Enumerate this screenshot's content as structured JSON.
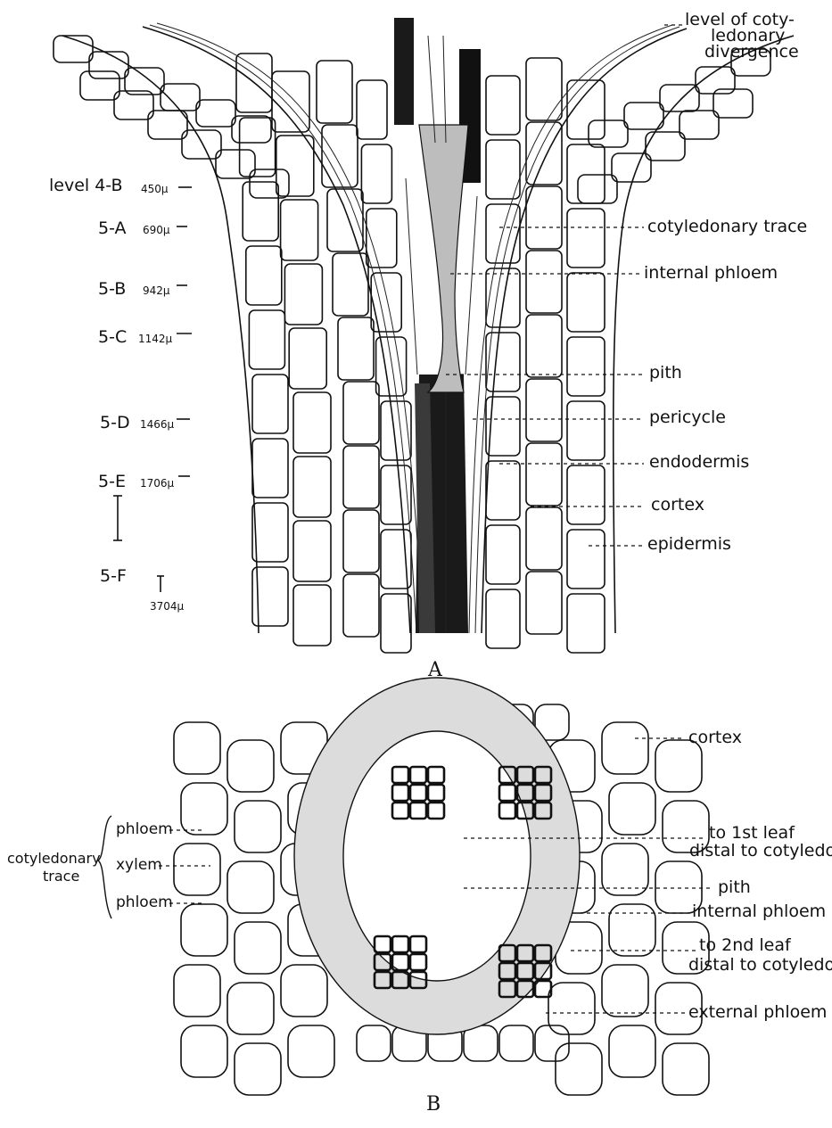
{
  "panel_a": {
    "label": "A",
    "labels": {
      "level_divergence_1": "level of coty-",
      "level_divergence_2": "ledonary",
      "level_divergence_3": "divergence",
      "cotyledonary_trace": "cotyledonary trace",
      "internal_phloem": "internal phloem",
      "pith": "pith",
      "pericycle": "pericycle",
      "endodermis": "endodermis",
      "cortex": "cortex",
      "epidermis": "epidermis"
    },
    "levels": [
      {
        "name": "level 4-B",
        "value": "450μ"
      },
      {
        "name": "5-A",
        "value": "690μ"
      },
      {
        "name": "5-B",
        "value": "942μ"
      },
      {
        "name": "5-C",
        "value": "1142μ"
      },
      {
        "name": "5-D",
        "value": "1466μ"
      },
      {
        "name": "5-E",
        "value": "1706μ"
      },
      {
        "name": "5-F",
        "value": "3704μ"
      }
    ]
  },
  "panel_b": {
    "label": "B",
    "labels": {
      "cortex": "cortex",
      "phloem_top": "phloem",
      "xylem": "xylem",
      "phloem_bottom": "phloem",
      "cotyledonary": "cotyledonary",
      "trace": "trace",
      "to_first_leaf_1": "to 1st leaf",
      "to_first_leaf_2": "distal to cotyledon",
      "pith": "pith",
      "internal_phloem": "internal phloem",
      "to_second_leaf_1": "to 2nd leaf",
      "to_second_leaf_2": "distal to cotyledon",
      "external_phloem": "external phloem"
    }
  }
}
